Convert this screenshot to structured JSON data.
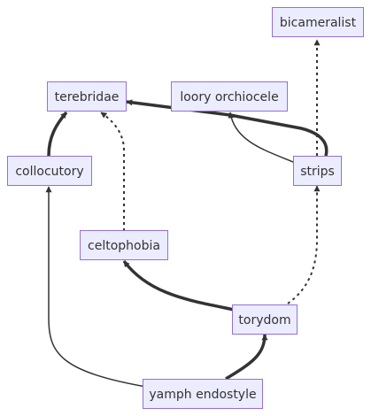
{
  "nodes": [
    {
      "id": "bicameralist",
      "label": "bicameralist"
    },
    {
      "id": "terebridae",
      "label": "terebridae"
    },
    {
      "id": "loory",
      "label": "loory orchiocele"
    },
    {
      "id": "collocutory",
      "label": "collocutory"
    },
    {
      "id": "strips",
      "label": "strips"
    },
    {
      "id": "celtophobia",
      "label": "celtophobia"
    },
    {
      "id": "torydom",
      "label": "torydom"
    },
    {
      "id": "yamph",
      "label": "yamph endostyle"
    }
  ],
  "edges": [
    {
      "from": "collocutory",
      "to": "terebridae",
      "style": "thick"
    },
    {
      "from": "celtophobia",
      "to": "terebridae",
      "style": "dotted"
    },
    {
      "from": "strips",
      "to": "terebridae",
      "style": "thick"
    },
    {
      "from": "strips",
      "to": "loory",
      "style": "normal"
    },
    {
      "from": "strips",
      "to": "bicameralist",
      "style": "dotted"
    },
    {
      "from": "torydom",
      "to": "celtophobia",
      "style": "thick"
    },
    {
      "from": "torydom",
      "to": "strips",
      "style": "dotted"
    },
    {
      "from": "yamph",
      "to": "torydom",
      "style": "thick"
    },
    {
      "from": "yamph",
      "to": "collocutory",
      "style": "normal"
    }
  ],
  "colors": {
    "node_fill": "#ececff",
    "node_stroke": "#9370db",
    "edge": "#333333",
    "text": "#333333"
  }
}
